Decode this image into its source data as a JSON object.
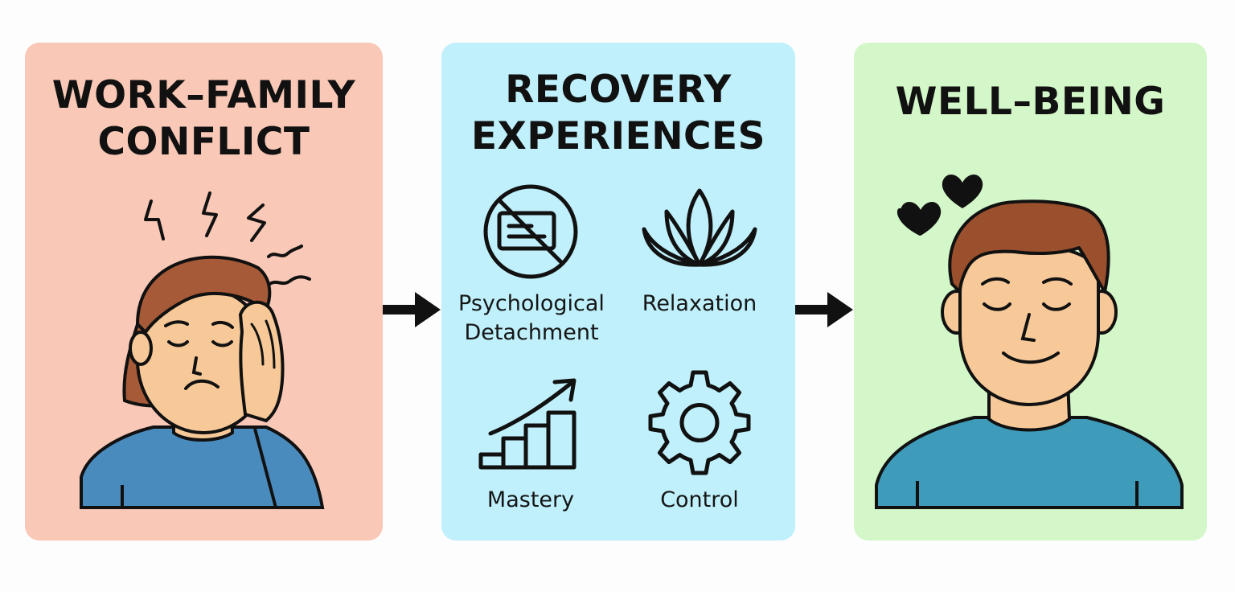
{
  "colors": {
    "conflict_bg": "#f9c8b6",
    "recovery_bg": "#bff0fb",
    "wellbeing_bg": "#d3f7c8",
    "arrow": "#111111",
    "hair_woman": "#a65a37",
    "hair_man": "#9a4f2d",
    "skin": "#f7c998",
    "shirt_woman": "#4a8bbd",
    "shirt_man": "#3e9cba"
  },
  "panels": {
    "conflict": {
      "title_lines": [
        "WORK–FAMILY",
        "CONFLICT"
      ],
      "illustration": "stressed-woman-icon"
    },
    "recovery": {
      "title_lines": [
        "RECOVERY",
        "EXPERIENCES"
      ],
      "items": [
        {
          "label_lines": [
            "Psychological",
            "Detachment"
          ],
          "icon": "no-work-icon"
        },
        {
          "label_lines": [
            "Relaxation"
          ],
          "icon": "lotus-icon"
        },
        {
          "label_lines": [
            "Mastery"
          ],
          "icon": "growth-chart-icon"
        },
        {
          "label_lines": [
            "Control"
          ],
          "icon": "gear-icon"
        }
      ]
    },
    "wellbeing": {
      "title_lines": [
        "WELL–BEING"
      ],
      "illustration": "happy-man-icon"
    }
  }
}
